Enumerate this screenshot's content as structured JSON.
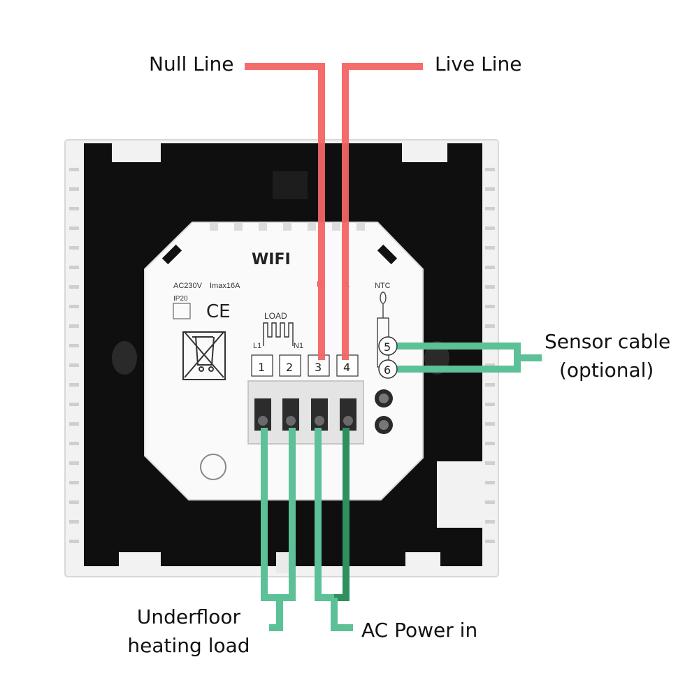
{
  "labels": {
    "null_line": "Null Line",
    "live_line": "Live Line",
    "sensor_cable_1": "Sensor cable",
    "sensor_cable_2": "(optional)",
    "underfloor_1": "Underfloor",
    "underfloor_2": "heating load",
    "ac_power": "AC Power in"
  },
  "device": {
    "wifi": "WIFI",
    "voltage": "AC230V",
    "current": "Imax16A",
    "ip": "IP20",
    "ce": "CE",
    "load": "LOAD",
    "ntc": "NTC",
    "l1": "L1",
    "n1": "N1",
    "n": "N",
    "l": "L",
    "terminals": [
      "1",
      "2",
      "3",
      "4"
    ],
    "sensor_terminals": [
      "5",
      "6"
    ]
  },
  "colors": {
    "red_wire": "#f46464",
    "green_wire": "#5cc197",
    "dark_green_wire": "#2f8f5e",
    "body": "#0f0f0f",
    "frame": "#f4f4f4",
    "module": "#fafafa"
  }
}
